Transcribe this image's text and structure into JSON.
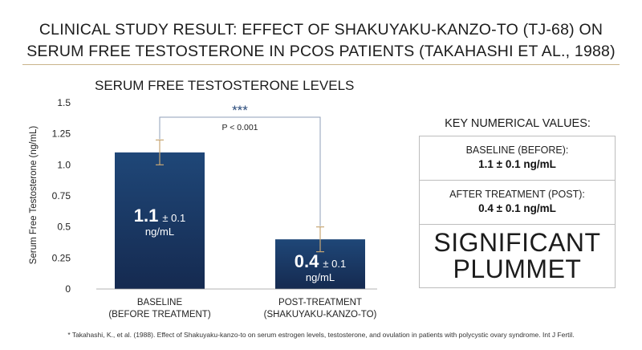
{
  "header": {
    "title_line1": "CLINICAL STUDY RESULT: EFFECT OF SHAKUYAKU-KANZO-TO (TJ-68) ON",
    "title_line2": "SERUM FREE TESTOSTERONE IN PCOS PATIENTS (TAKAHASHI ET AL., 1988)"
  },
  "chart_data": {
    "type": "bar",
    "title": "SERUM FREE TESTOSTERONE LEVELS",
    "xlabel": "",
    "ylabel": "Serum Free Testosterone (ng/mL)",
    "ylim": [
      0,
      1.5
    ],
    "yticks": [
      "0",
      "0.25",
      "0.5",
      "0.75",
      "1.0",
      "1.25",
      "1.5"
    ],
    "ytick_values": [
      0,
      0.25,
      0.5,
      0.75,
      1.0,
      1.25,
      1.5
    ],
    "grid": false,
    "bar_color_top": "#1f4778",
    "bar_color_bottom": "#152a50",
    "error_color": "#c7a774",
    "categories": [
      [
        "BASELINE",
        "(BEFORE TREATMENT)"
      ],
      [
        "POST-TREATMENT",
        "(SHAKUYAKU-KANZO-TO)"
      ]
    ],
    "values": [
      1.1,
      0.4
    ],
    "errors": [
      0.1,
      0.1
    ],
    "bar_labels": [
      {
        "main": "1.1",
        "pm": "± 0.1",
        "unit": "ng/mL"
      },
      {
        "main": "0.4",
        "pm": "± 0.1",
        "unit": "ng/mL"
      }
    ],
    "significance": {
      "stars": "***",
      "p_text": "P < 0.001"
    }
  },
  "key_values": {
    "heading": "KEY NUMERICAL VALUES:",
    "baseline_label": "BASELINE (BEFORE):",
    "baseline_value": "1.1 ± 0.1 ng/mL",
    "after_label": "AFTER TREATMENT (POST):",
    "after_value": "0.4 ± 0.1 ng/mL",
    "conclusion_line1": "SIGNIFICANT",
    "conclusion_line2": "PLUMMET"
  },
  "footnote": "* Takahashi, K., et al. (1988). Effect of Shakuyaku-kanzo-to on serum estrogen levels, testosterone, and ovulation in patients with polycystic ovary syndrome. Int J Fertil."
}
